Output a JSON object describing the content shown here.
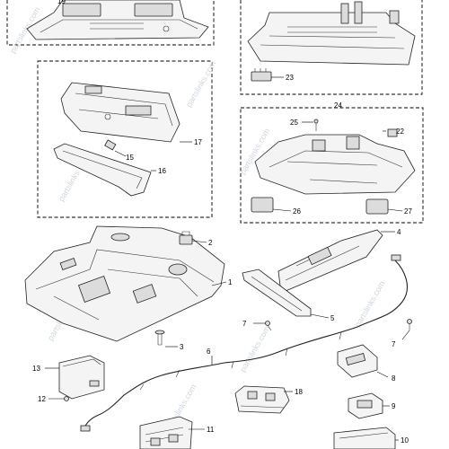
{
  "callouts": {
    "c1": "1",
    "c2": "2",
    "c3": "3",
    "c4": "4",
    "c5": "5",
    "c6": "6",
    "c7a": "7",
    "c7b": "7",
    "c8": "8",
    "c9": "9",
    "c10": "10",
    "c11": "11",
    "c12": "12",
    "c13": "13",
    "c15": "15",
    "c16": "16",
    "c17": "17",
    "c18": "18",
    "c19": "19",
    "c22": "22",
    "c23": "23",
    "c24": "24",
    "c25": "25",
    "c26": "26",
    "c27": "27"
  },
  "watermark": "partslinks.com"
}
